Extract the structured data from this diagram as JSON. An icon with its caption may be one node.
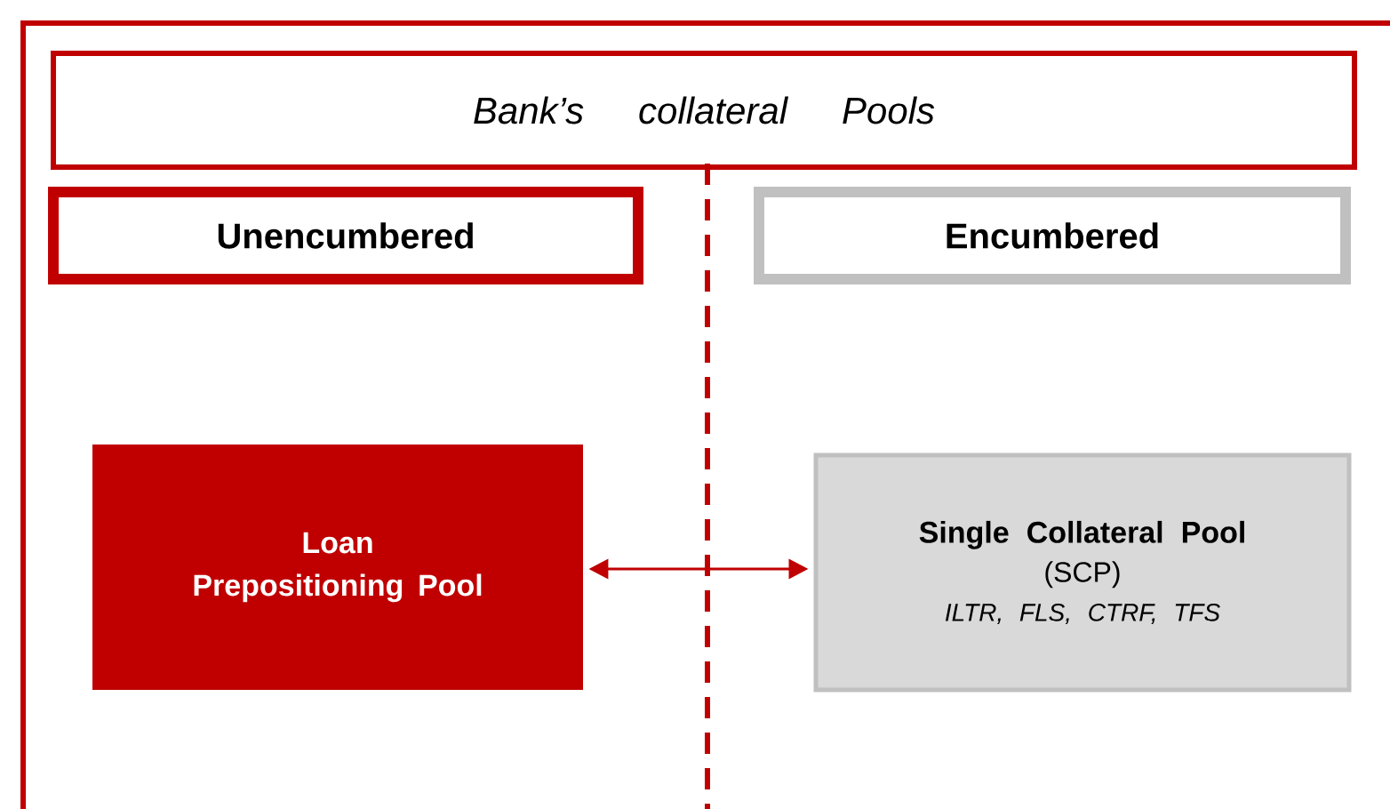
{
  "diagram": {
    "nodes": [
      {
        "text": [
          "Bank’s collateral Pools"
        ]
      },
      {
        "text": [
          "Unencumbered"
        ]
      },
      {
        "text": [
          "Encumbered"
        ]
      },
      {
        "text": [
          "Loan Prepositioning Pool"
        ]
      },
      {
        "text": [
          "Single Collateral Pool",
          "(SCP)",
          "ILTR, FLS, CTRF, TFS"
        ]
      }
    ],
    "edges": [
      {
        "from": 3,
        "to": 4,
        "arrow": "both"
      }
    ]
  }
}
